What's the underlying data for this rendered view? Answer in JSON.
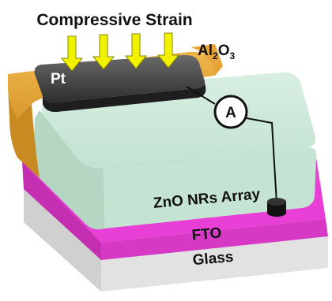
{
  "title": "Compressive Strain",
  "labels": {
    "pt": "Pt",
    "al2o3_main": "Al",
    "al2o3_sub1": "2",
    "al2o3_o": "O",
    "al2o3_sub2": "3",
    "ammeter": "A",
    "zno": "ZnO NRs Array",
    "fto": "FTO",
    "glass": "Glass"
  },
  "colors": {
    "arrow": "#f2f200",
    "al2o3": "#e8a73a",
    "pt": "#3a3a3a",
    "zno": "#c8e6d6",
    "fto": "#e03ad0",
    "glass": "#e6e6e6"
  }
}
